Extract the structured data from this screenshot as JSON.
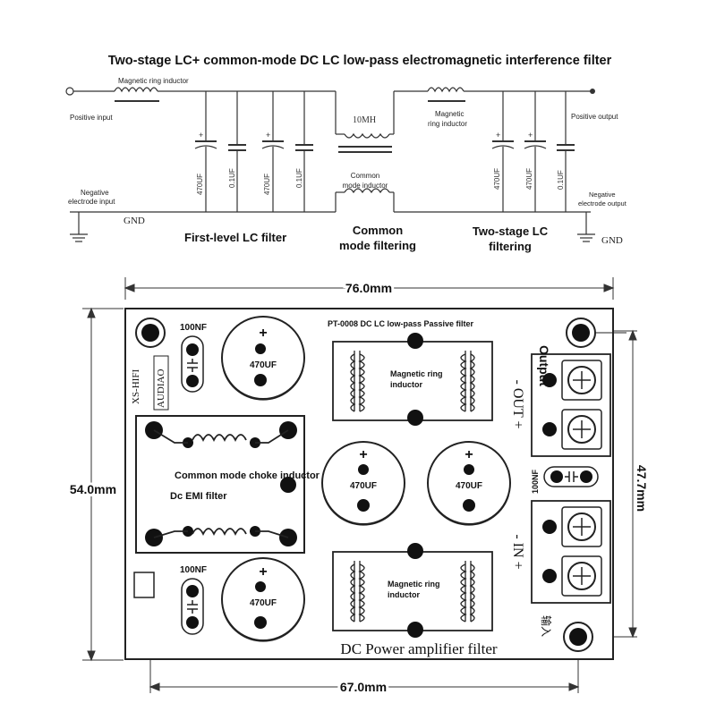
{
  "title": "Two-stage LC+ common-mode DC LC low-pass electromagnetic interference filter",
  "schematic": {
    "magnetic_ring_inductor_left": "Magnetic ring inductor",
    "positive_input": "Positive input",
    "negative_input_line1": "Negative",
    "negative_input_line2": "electrode input",
    "gnd_left": "GND",
    "cap_470uf": "470UF",
    "cap_01uf": "0.1UF",
    "choke_value": "10MH",
    "common_mode_inductor_line1": "Common",
    "common_mode_inductor_line2": "mode inductor",
    "magnetic_ring_inductor_right_line1": "Magnetic",
    "magnetic_ring_inductor_right_line2": "ring inductor",
    "positive_output": "Positive output",
    "negative_output_line1": "Negative",
    "negative_output_line2": "electrode output",
    "gnd_right": "GND",
    "first_level_label": "First-level LC filter",
    "common_mode_line1": "Common",
    "common_mode_line2": "mode filtering",
    "two_stage_line1": "Two-stage LC",
    "two_stage_line2": "filtering"
  },
  "board": {
    "width_dim": "76.0mm",
    "height_dim": "54.0mm",
    "height_inner_dim": "47.7mm",
    "bottom_dim": "67.0mm",
    "model_label": "PT-0008 DC LC low-pass Passive filter",
    "output_label": "Output",
    "brand_line1": "XS-HIFI",
    "brand_line2": "AUDIAO",
    "cap_100nf": "100NF",
    "cap_470uf": "470UF",
    "plus_sign": "+",
    "magnetic_ring_line1": "Magnetic ring",
    "magnetic_ring_line2": "inductor",
    "choke_label": "Common mode choke inductor",
    "emi_label": "Dc EMI filter",
    "out_label": "- OUT +",
    "in_label": "- IN +",
    "input_chinese": "输入",
    "footer": "DC Power amplifier filter"
  }
}
